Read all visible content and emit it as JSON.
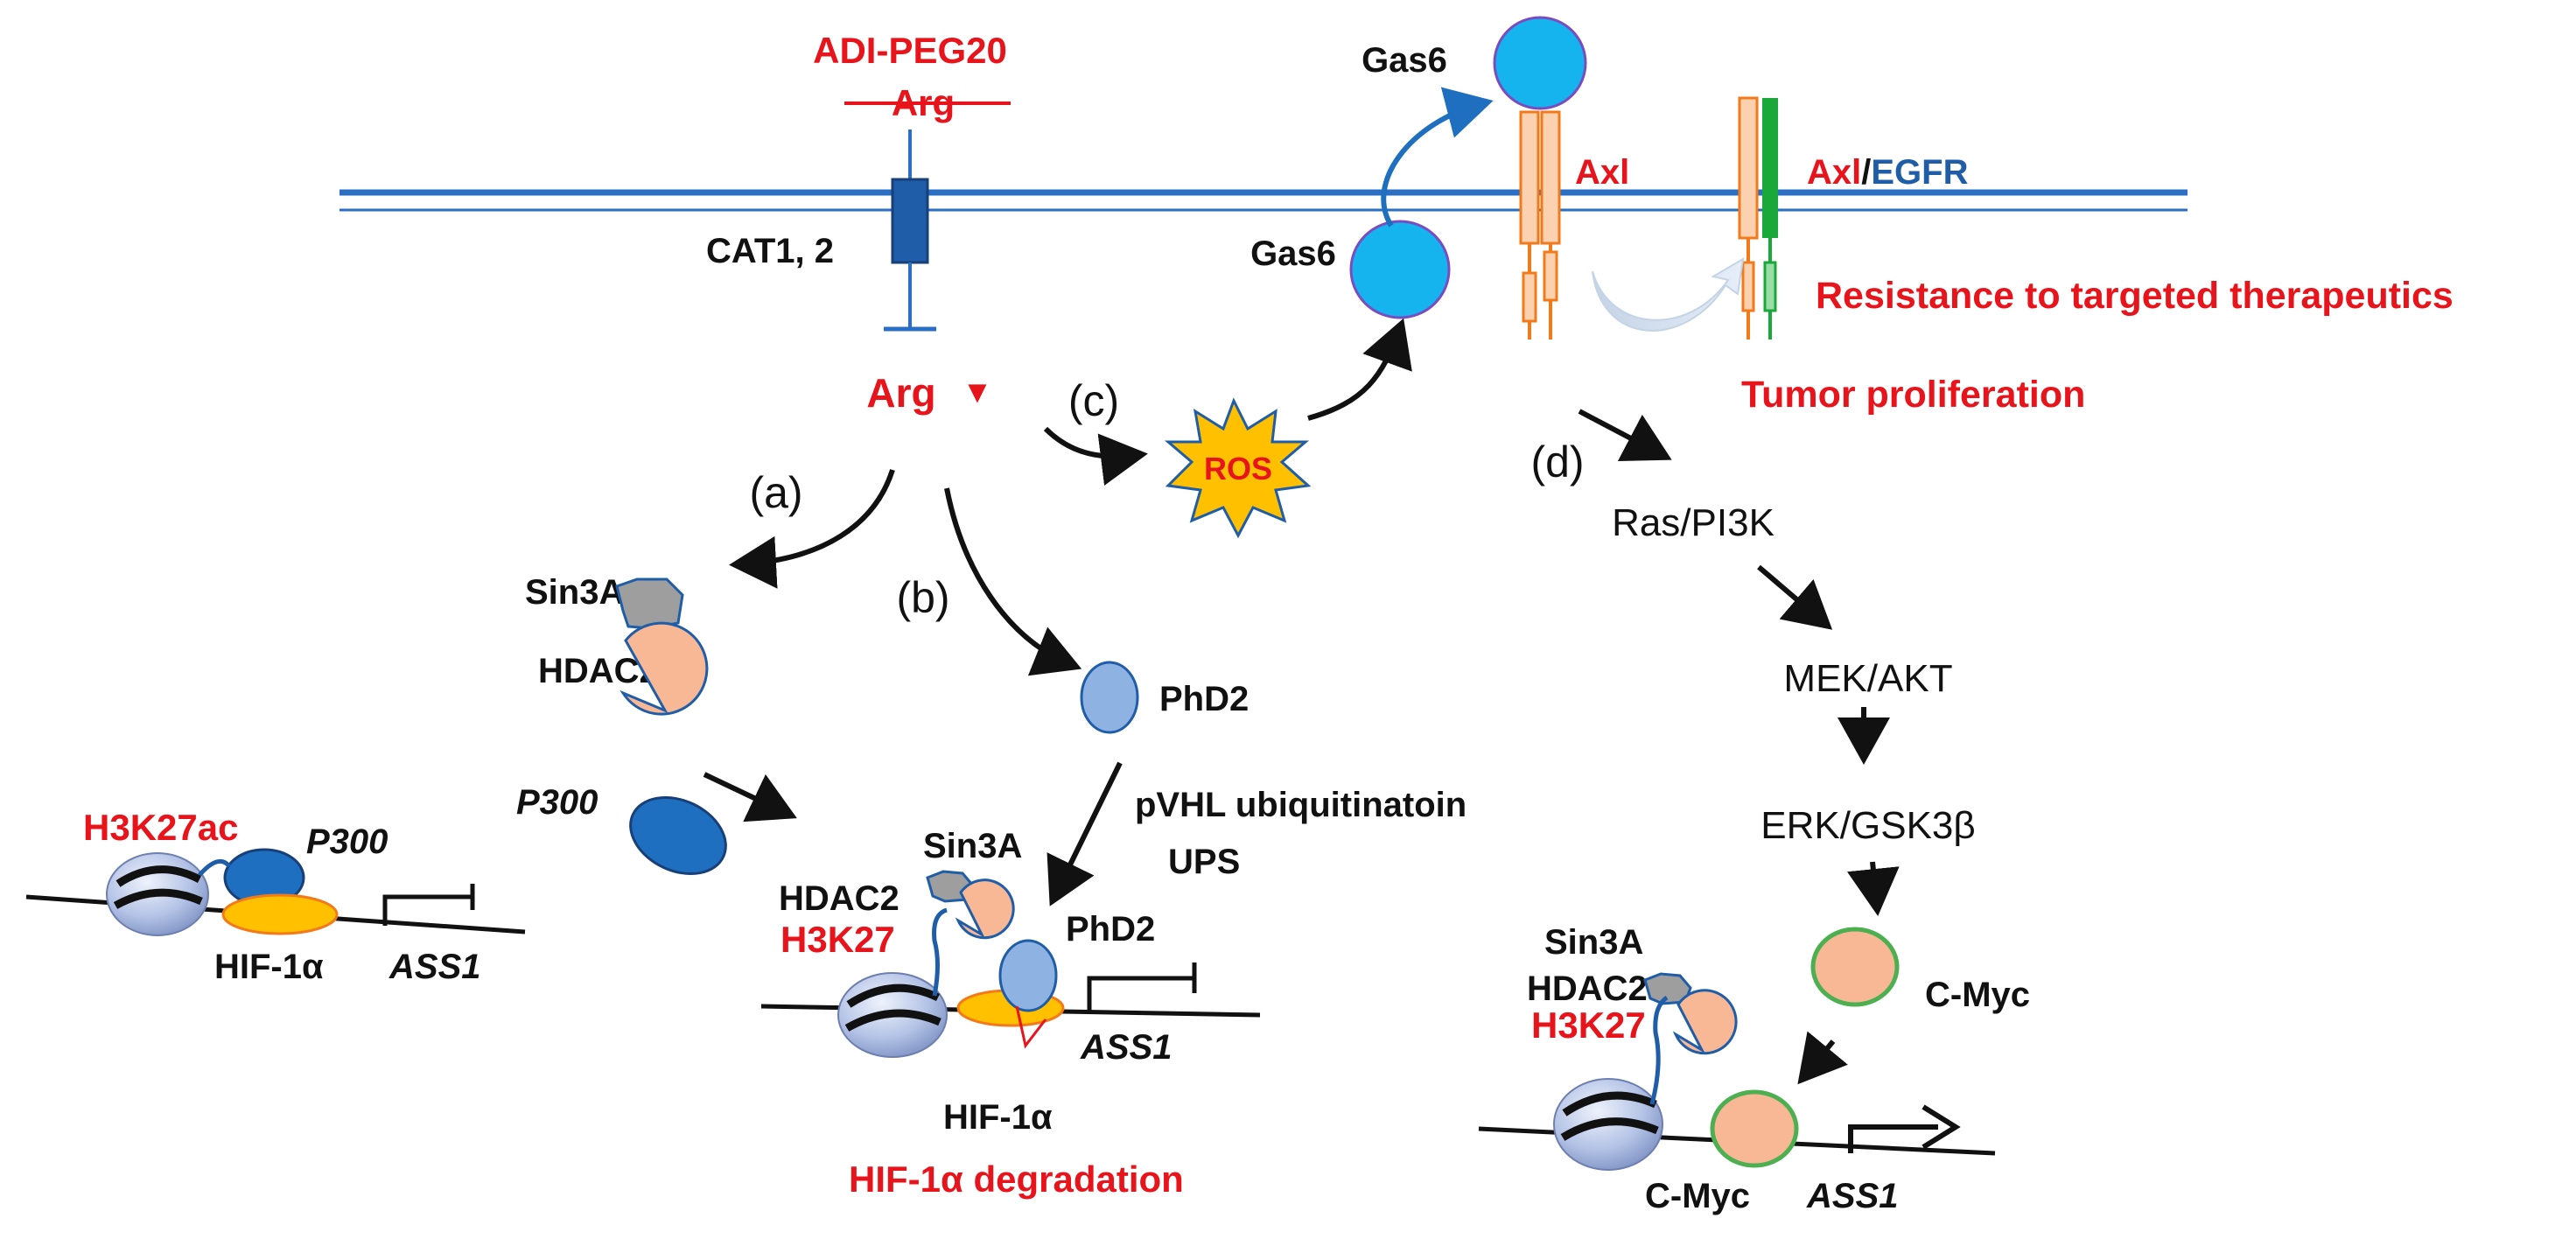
{
  "colors": {
    "red": "#e8141b",
    "black": "#111111",
    "blue_dark": "#1f5da8",
    "membrane": "#2a6fc4",
    "cyan": "#15b4ef",
    "orange": "#f27a1a",
    "green": "#19a839",
    "salmon": "#f8b896",
    "yellow": "#ffc000"
  },
  "labels": {
    "adi_peg20": "ADI-PEG20",
    "arg_top": "Arg",
    "cat": "CAT1, 2",
    "arg_low": "Arg",
    "arg_down": "▼",
    "gas6_top": "Gas6",
    "gas6_mid": "Gas6",
    "axl_1": "Axl",
    "axl_2": "Axl",
    "slash": "/",
    "egfr": "EGFR",
    "resistance": "Resistance to targeted therapeutics",
    "tumor": "Tumor proliferation",
    "path_a": "(a)",
    "path_b": "(b)",
    "path_c": "(c)",
    "path_d": "(d)",
    "ros": "ROS",
    "ras": "Ras/PI3K",
    "mek": "MEK/AKT",
    "erk": "ERK/GSK3β",
    "cmyc": "C-Myc",
    "sin3a_1": "Sin3A",
    "hdac2_1": "HDAC2",
    "p300_1": "P300",
    "h3k27ac": "H3K27ac",
    "p300_2": "P300",
    "hif_1": "HIF-1α",
    "ass1_1": "ASS1",
    "phd2_1": "PhD2",
    "pvhl": "pVHL ubiquitinatoin",
    "ups": "UPS",
    "sin3a_2": "Sin3A",
    "hdac2_2": "HDAC2",
    "h3k27_1": "H3K27",
    "phd2_2": "PhD2",
    "ass1_2": "ASS1",
    "hif_2": "HIF-1α",
    "hif_degr": "HIF-1α degradation",
    "sin3a_3": "Sin3A",
    "hdac2_3": "HDAC2",
    "h3k27_2": "H3K27",
    "cmyc_2": "C-Myc",
    "ass1_3": "ASS1"
  }
}
